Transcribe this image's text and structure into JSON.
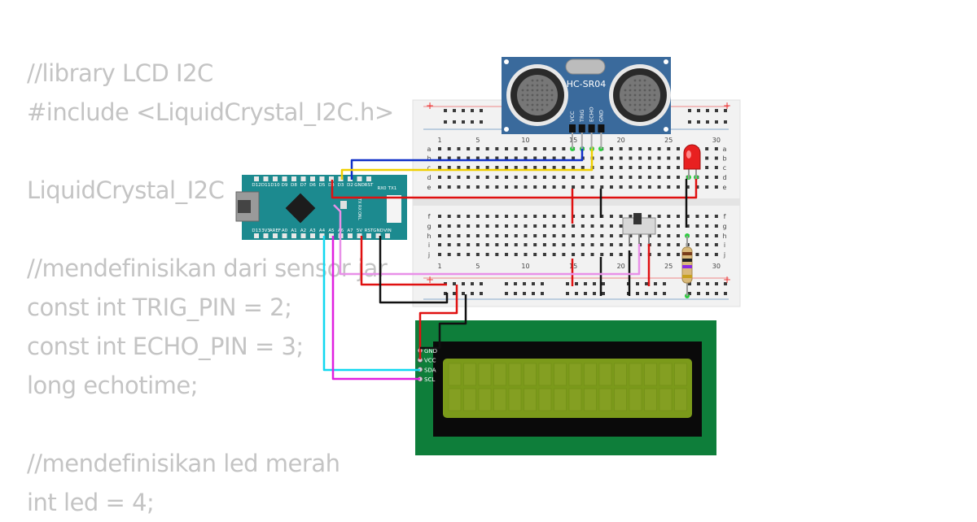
{
  "code_lines": [
    "//library LCD I2C",
    "#include <LiquidCrystal_I2C.h>",
    "",
    "LiquidCrystal_I2C",
    "",
    "//mendefinisikan dari sensor jar",
    "const int TRIG_PIN = 2;",
    "const int ECHO_PIN = 3;",
    "long echotime;",
    "",
    "//mendefinisikan led merah",
    "int led = 4;"
  ],
  "sensor": {
    "name": "HC-SR04",
    "pins": [
      "VCC",
      "TRIG",
      "ECHO",
      "GND"
    ]
  },
  "breadboard": {
    "column_numbers": [
      "1",
      "5",
      "10",
      "15",
      "20",
      "25",
      "30"
    ],
    "row_letters_top": [
      "a",
      "b",
      "c",
      "d",
      "e"
    ],
    "row_letters_bottom": [
      "f",
      "g",
      "h",
      "i",
      "j"
    ],
    "rail_plus": "+",
    "rail_minus": "-"
  },
  "arduino": {
    "top_pins": [
      "D12",
      "D11",
      "D10",
      "D9",
      "D8",
      "D7",
      "D6",
      "D5",
      "D4",
      "D3",
      "D2",
      "GND",
      "RST"
    ],
    "top_right_labels": [
      "RX0",
      "TX1"
    ],
    "bottom_pins": [
      "D13",
      "3V3",
      "AREF",
      "A0",
      "A1",
      "A2",
      "A3",
      "A4",
      "A5",
      "A6",
      "A7",
      "5V",
      "RST",
      "GND",
      "VIN"
    ],
    "status_labels": [
      "TX",
      "RX",
      "ON",
      "L"
    ]
  },
  "lcd": {
    "pins": [
      "GND",
      "VCC",
      "SDA",
      "SCL"
    ]
  },
  "colors": {
    "code_text": "#c4c4c4",
    "breadboard": "#f2f2f2",
    "sensor_board": "#3a6a9c",
    "arduino_board": "#1c8a8f",
    "lcd_board": "#0e7e3a",
    "lcd_screen": "#7b9a1a",
    "wire_red": "#e01010",
    "wire_black": "#111111",
    "wire_blue": "#1030c8",
    "wire_yellow": "#f0d000",
    "wire_cyan": "#10d8f0",
    "wire_magenta": "#e020e0",
    "wire_pink": "#e890e8",
    "led_red": "#e82020"
  }
}
